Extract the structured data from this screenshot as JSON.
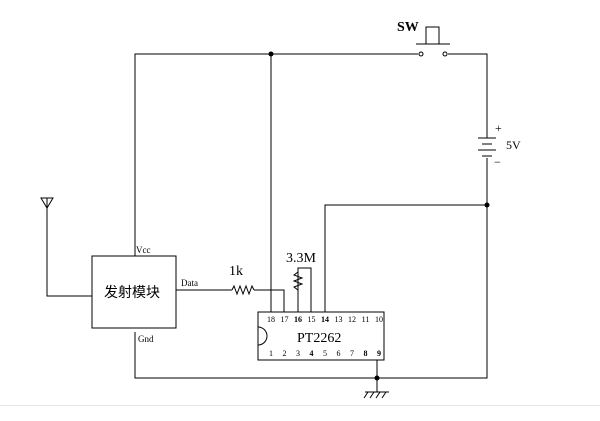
{
  "labels": {
    "switch": "SW",
    "battery_plus": "+",
    "battery_minus": "−",
    "battery_voltage": "5V",
    "module_name": "发射模块",
    "module_vcc": "Vcc",
    "module_gnd": "Gnd",
    "module_data": "Data",
    "resistor_1k": "1k",
    "resistor_33m": "3.3M",
    "chip_name": "PT2262"
  },
  "chip_pins_top": [
    "18",
    "17",
    "16",
    "15",
    "14",
    "13",
    "12",
    "11",
    "10"
  ],
  "chip_pins_bottom": [
    "1",
    "2",
    "3",
    "4",
    "5",
    "6",
    "7",
    "8",
    "9"
  ]
}
